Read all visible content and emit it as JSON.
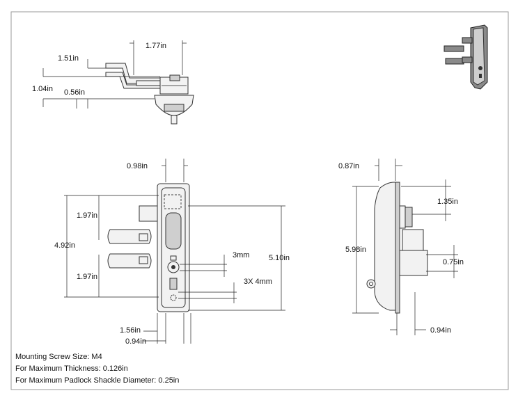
{
  "dimensions": {
    "top_width": "1.77in",
    "top_upper": "1.51in",
    "top_left": "1.04in",
    "top_lower": "0.56in",
    "front_top": "0.98in",
    "front_upper_spacing": "1.97in",
    "front_overall_left": "4.92in",
    "front_lower_spacing": "1.97in",
    "front_keyhole": "3mm",
    "front_holes": "3X 4mm",
    "front_height": "5.10in",
    "front_bottom_a": "1.56in",
    "front_bottom_b": "0.94in",
    "side_top": "0.87in",
    "side_offset": "1.35in",
    "side_height": "5.98in",
    "side_bar": "0.75in",
    "side_bottom": "0.94in"
  },
  "notes": [
    "Mounting Screw Size: M4",
    "For Maximum Thickness: 0.126in",
    "For Maximum Padlock Shackle Diameter: 0.25in"
  ],
  "colors": {
    "line": "#222222",
    "frame": "#999999"
  }
}
